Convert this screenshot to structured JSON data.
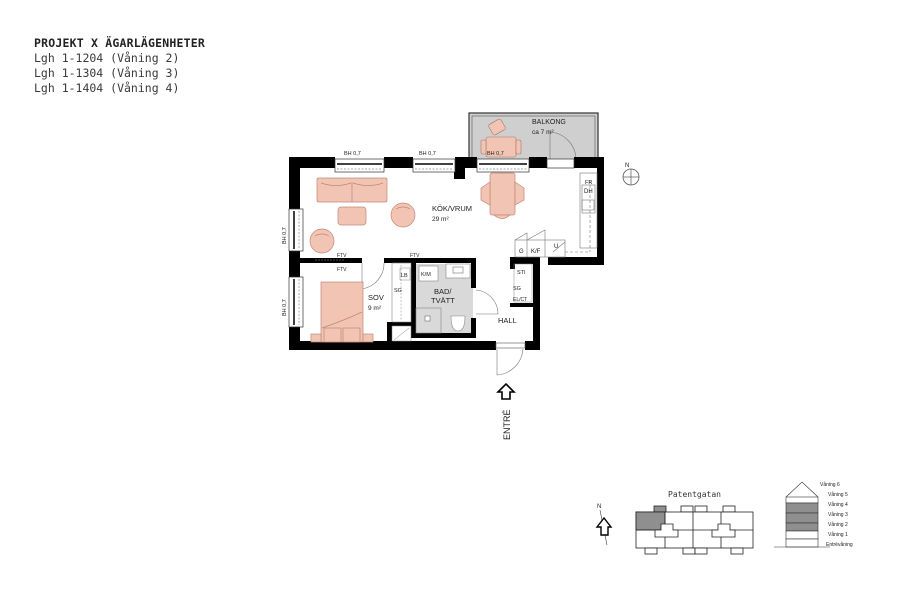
{
  "header": {
    "title": "PROJEKT X ÄGARLÄGENHETER",
    "units": [
      "Lgh 1-1204 (Våning 2)",
      "Lgh 1-1304 (Våning 3)",
      "Lgh 1-1404 (Våning 4)"
    ]
  },
  "plan": {
    "rooms": {
      "balkong": {
        "name": "BALKONG",
        "area": "ca 7 m²"
      },
      "kok_vardagsrum": {
        "name": "KÖK/VRUM",
        "area": "29 m²"
      },
      "sov": {
        "name": "SOV",
        "area": "9 m²"
      },
      "bad": {
        "name_line1": "BAD/",
        "name_line2": "TVÄTT"
      },
      "hall": {
        "name": "HALL"
      }
    },
    "window_labels": {
      "top_left": "BH 0,7",
      "top_mid": "BH 0,7",
      "balcony": "BH 0,7",
      "left_upper": "BH 0,7",
      "left_lower": "BH 0,7"
    },
    "fixture_labels": {
      "fr": "FR",
      "dh": "DH",
      "g": "G",
      "kf": "K/F",
      "u": "U",
      "sti": "STI",
      "sg_hall": "SG",
      "el_ct": "EL/CT",
      "lb": "LB",
      "sg_sov": "SG",
      "km": "K/M",
      "ftv_1": "FTV",
      "ftv_2": "FTV",
      "ftv_3": "FTV"
    },
    "entrance": "ENTRÉ",
    "north": "N"
  },
  "keyplan": {
    "street": "Patentgatan",
    "north": "N"
  },
  "section": {
    "floors": [
      "Våning 6",
      "Våning 5",
      "Våning 4",
      "Våning 3",
      "Våning 2",
      "Våning 1",
      "Entrévåning"
    ],
    "highlighted": [
      "Våning 4",
      "Våning 3",
      "Våning 2"
    ]
  },
  "colors": {
    "wall": "#000000",
    "furniture": "#f2c4b4",
    "furniture_stroke": "#c98f7c",
    "wet_room": "#d9d9d9",
    "balcony": "#cfcfcf",
    "highlight": "#8f8f8f"
  }
}
